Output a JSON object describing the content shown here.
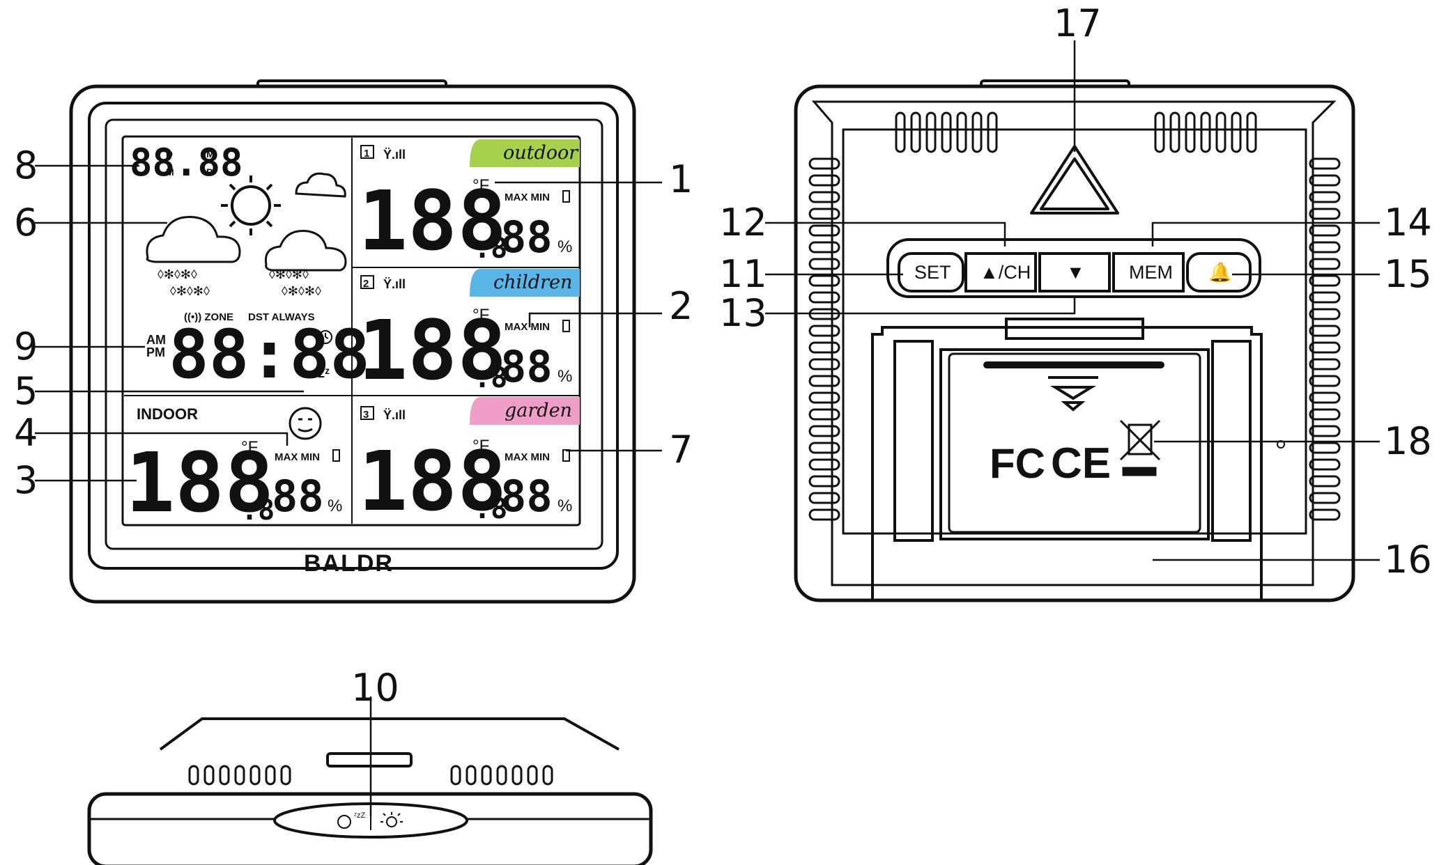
{
  "front": {
    "brand": "BALDR",
    "date_digits": "88.88",
    "date_d1": "D",
    "date_m1": "M",
    "date_m2": "M",
    "date_d2": "D",
    "time_digits": "88:88",
    "time_prefix": "88",
    "am": "AM",
    "pm": "PM",
    "zone_label": "((•)) ZONE",
    "dst_label": "DST ALWAYS",
    "snooze_label": "zᶻ",
    "indoor_label": "INDOOR",
    "temp_digits": "188",
    "temp_decimal": ".8",
    "temp_unit": "°F",
    "hum_digits": "88",
    "hum_unit": "%",
    "max_min": "MAX MIN",
    "channels": [
      {
        "number": "1",
        "name": "outdoor",
        "color": "#a6d14a"
      },
      {
        "number": "2",
        "name": "children",
        "color": "#5ab6e6"
      },
      {
        "number": "3",
        "name": "garden",
        "color": "#ef9ec8"
      }
    ]
  },
  "back": {
    "buttons": [
      "SET",
      "▲/CH",
      "▼",
      "MEM",
      "🔔"
    ],
    "fc_mark": "FC",
    "ce_mark": "CE"
  },
  "side": {
    "snooze_icon": "sleeping-face-icon",
    "light_icon": "light-bulb-icon"
  },
  "callouts": {
    "c1": "1",
    "c2": "2",
    "c3": "3",
    "c4": "4",
    "c5": "5",
    "c6": "6",
    "c7": "7",
    "c8": "8",
    "c9": "9",
    "c10": "10",
    "c11": "11",
    "c12": "12",
    "c13": "13",
    "c14": "14",
    "c15": "15",
    "c16": "16",
    "c17": "17",
    "c18": "18"
  }
}
